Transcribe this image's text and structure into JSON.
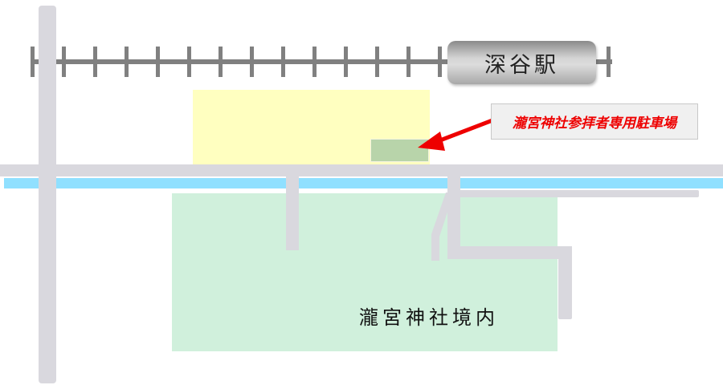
{
  "map": {
    "station": {
      "label": "深谷駅",
      "icon": "train-station-icon"
    },
    "callout": {
      "label": "瀧宮神社参拝者専用駐車場",
      "color": "#ee0000"
    },
    "precinct": {
      "label": "瀧宮神社境内",
      "fill": "#d0f0dc"
    },
    "parking_lot": {
      "fill": "#b8d4aa"
    },
    "yellow_area": {
      "fill": "#ffffc0"
    },
    "river": {
      "fill": "#90e0ff"
    },
    "road_color": "#d9d8de",
    "rail_color": "#808080",
    "rail_ticks_x": [
      40,
      79,
      118,
      157,
      196,
      235,
      274,
      313,
      352,
      391,
      430,
      469,
      508,
      547,
      757
    ]
  }
}
